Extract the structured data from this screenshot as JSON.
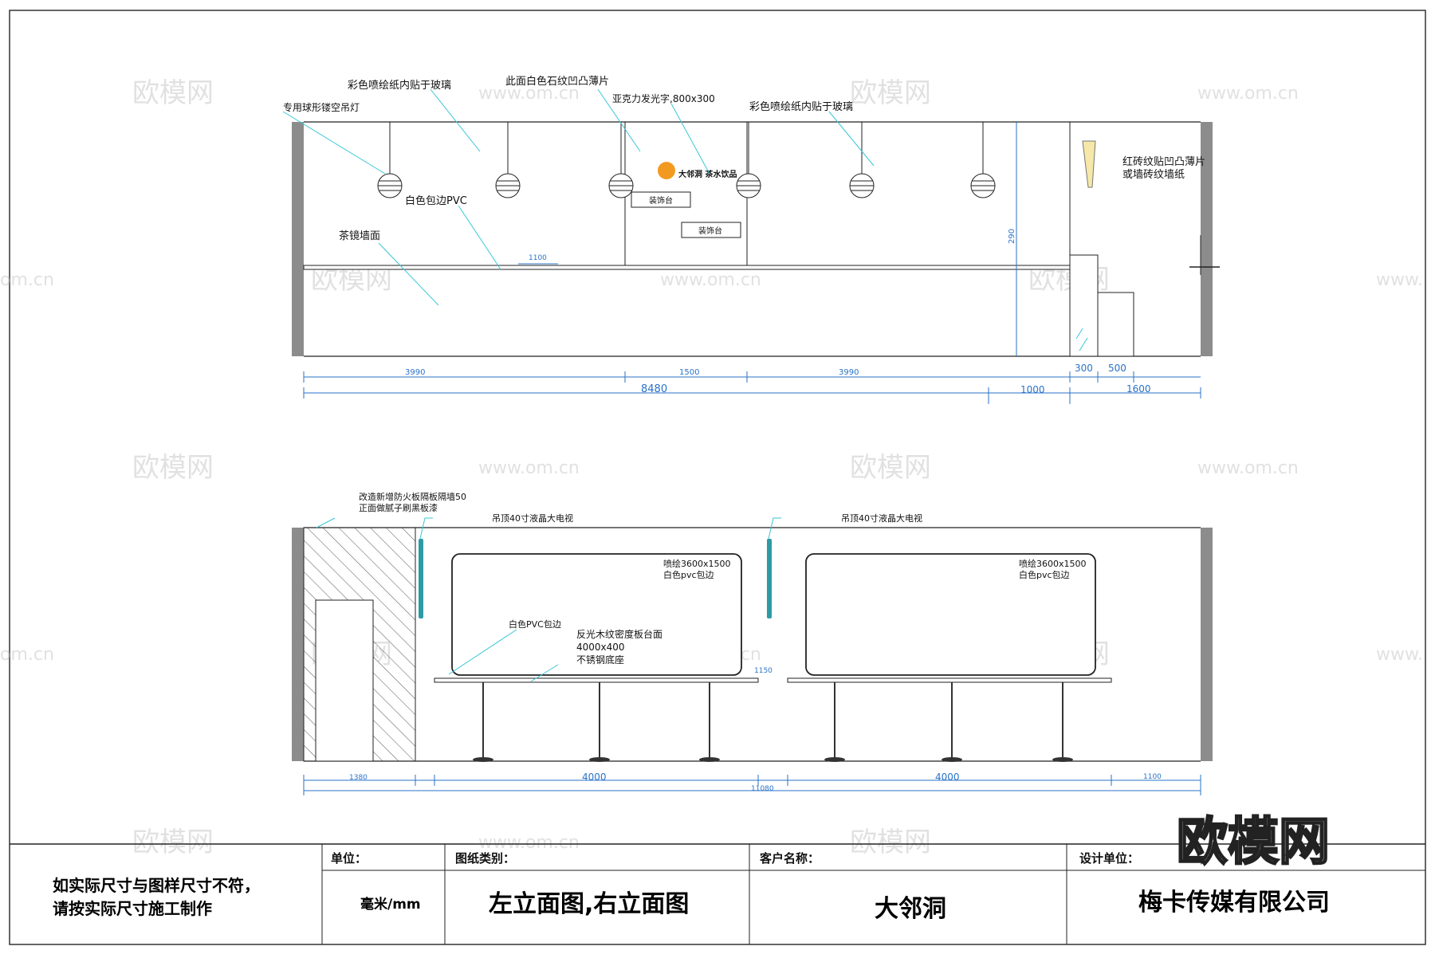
{
  "watermarks": {
    "brand": "欧模网",
    "site": "www.om.cn",
    "site_partial": "om.cn",
    "site_partial_right": "www.",
    "logo_text": "欧模网"
  },
  "top_view": {
    "labels": {
      "glass_left": "彩色喷绘纸内贴于玻璃",
      "lamp": "专用球形镂空吊灯",
      "stone": "此面白色石纹凹凸薄片",
      "acrylic": "亚克力发光字,800x300",
      "glass_right": "彩色喷绘纸内贴于玻璃",
      "pvc": "白色包边PVC",
      "mirror": "茶镜墙面",
      "brick_line1": "红砖纹贴凹凸薄片",
      "brick_line2": "或墙砖纹墙纸",
      "deco1": "装饰台",
      "deco2": "装饰台",
      "sign_text": "大邻洞 茶水饮品"
    },
    "dims": {
      "counter": "1100",
      "height": "290",
      "d1": "3990",
      "d2": "1500",
      "d3": "3990",
      "d4": "300",
      "d5": "500",
      "total": "8480",
      "d6": "1000",
      "d7": "1600"
    }
  },
  "bottom_view": {
    "labels": {
      "wall_line1": "改造新增防火板隔板隔墙50",
      "wall_line2": "正面做腻子刷黑板漆",
      "tv_left": "吊顶40寸液晶大电视",
      "tv_right": "吊顶40寸液晶大电视",
      "print_left_1": "喷绘3600x1500",
      "print_left_2": "白色pvc包边",
      "print_right_1": "喷绘3600x1500",
      "print_right_2": "白色pvc包边",
      "pvc_edge": "白色PVC包边",
      "table_1": "反光木纹密度板台面",
      "table_2": "4000x400",
      "table_3": "不锈钢底座"
    },
    "dims": {
      "table_h": "1150",
      "d1": "1380",
      "d2": "4000",
      "d3": "4000",
      "d4": "1100",
      "total": "11080"
    }
  },
  "title_block": {
    "note_line1": "如实际尺寸与图样尺寸不符，",
    "note_line2": "请按实际尺寸施工制作",
    "unit_label": "单位：",
    "unit_value": "毫米/mm",
    "drawing_type_label": "图纸类别：",
    "drawing_type_value": "左立面图,右立面图",
    "client_label": "客户名称：",
    "client_value": "大邻洞",
    "designer_label": "设计单位：",
    "designer_value": "梅卡传媒有限公司"
  },
  "colors": {
    "line": "#222222",
    "dimension": "#2a72c9",
    "leader": "#39c6d6",
    "wall_gray": "#8c8c8c",
    "logo_orange": "#f29a1f",
    "tv": "#2e9aa6"
  }
}
